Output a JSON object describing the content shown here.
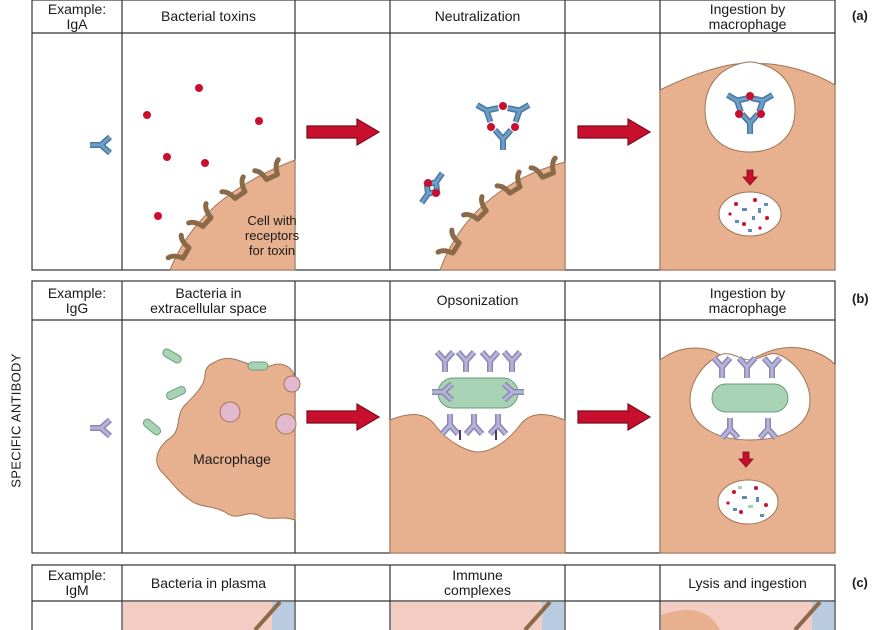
{
  "side_label": "SPECIFIC ANTIBODY",
  "colors": {
    "igA": "#5b8fb9",
    "igG": "#a5a3c9",
    "toxin": "#c8102e",
    "cell": "#e7b08e",
    "bacteria": "#a8d2b4",
    "arrow": "#c8102e",
    "plasma": "#f3ccc4",
    "border": "#333333"
  },
  "rows": [
    {
      "id": "a",
      "panel_label": "(a)",
      "example_label": "Example:\nIgA",
      "col_labels": [
        "Bacterial toxins",
        "Neutralization",
        "Ingestion by\nmacrophage"
      ],
      "cell_label": "Cell with\nreceptors\nfor toxin"
    },
    {
      "id": "b",
      "panel_label": "(b)",
      "example_label": "Example:\nIgG",
      "col_labels": [
        "Bacteria in\nextracellular space",
        "Opsonization",
        "Ingestion by\nmacrophage"
      ],
      "cell_label": "Macrophage"
    },
    {
      "id": "c",
      "panel_label": "(c)",
      "example_label": "Example:\nIgM",
      "col_labels": [
        "Bacteria in plasma",
        "Immune\ncomplexes",
        "Lysis and ingestion"
      ]
    }
  ]
}
